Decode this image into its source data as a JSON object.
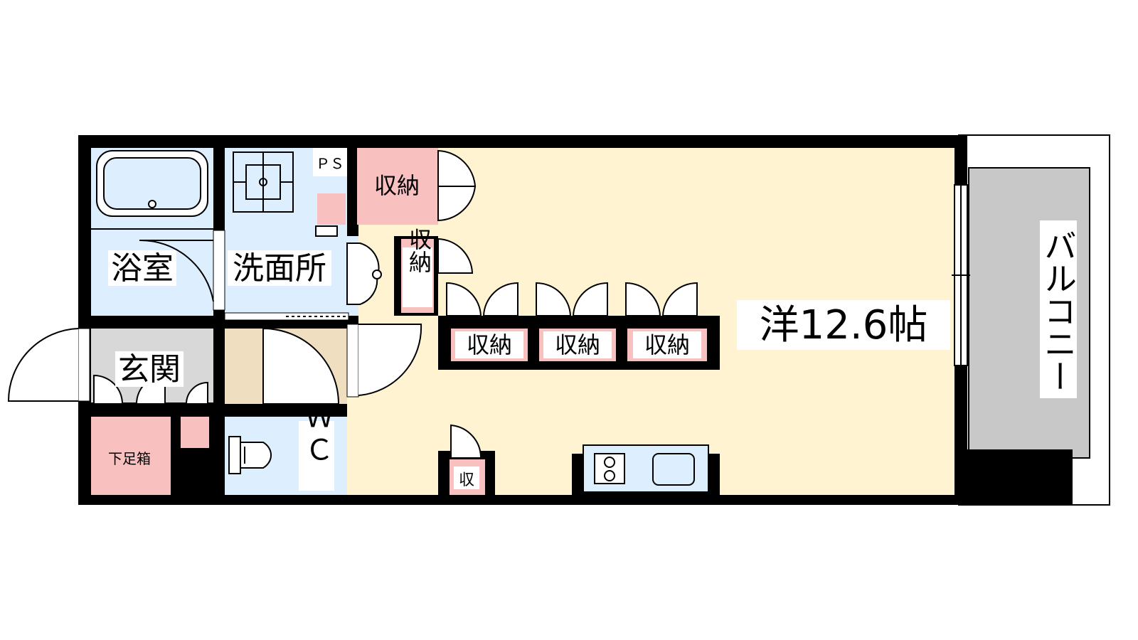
{
  "rooms": {
    "bath": "浴室",
    "washroom": "洗面所",
    "ps": "ＰＳ",
    "entrance": "玄関",
    "shoe_box": "下足箱",
    "wc": "ＷＣ",
    "main_room": "洋12.6帖",
    "balcony": "バルコニー"
  },
  "storage": {
    "top": "収納",
    "middle": "収納",
    "row": [
      "収納",
      "収納",
      "収納"
    ],
    "small": "収"
  },
  "colors": {
    "wall": "#000000",
    "wet_area": "#ddeeff",
    "storage": "#f9c0c0",
    "living": "#fff3d2",
    "entrance": "#d8d8d8",
    "corridor": "#efdfc0",
    "balcony": "#c8c8c8"
  }
}
